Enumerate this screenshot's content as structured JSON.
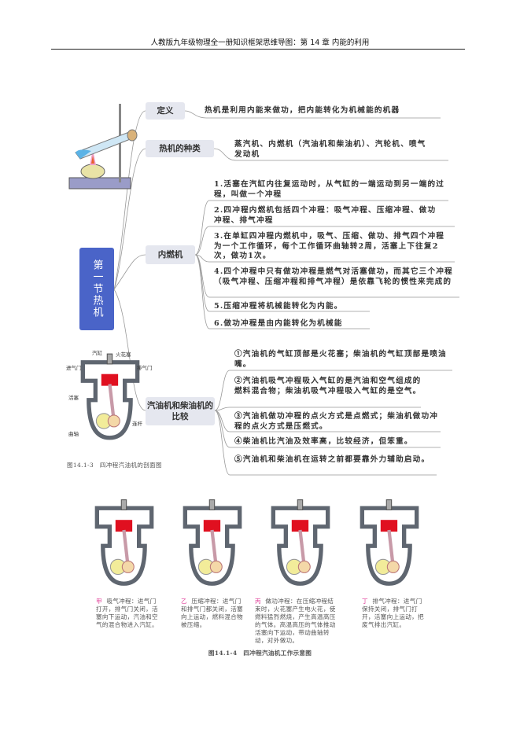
{
  "header": {
    "title": "人教版九年级物理全一册知识框架思维导图：第 14 章 内能的利用"
  },
  "central": {
    "label": "第一节热机"
  },
  "branches": {
    "definition": {
      "label": "定义",
      "text": "热机是利用内能来做功，把内能转化为机械能的机器"
    },
    "types": {
      "label": "热机的种类",
      "text": "蒸汽机、内燃机（汽油机和柴油机）、汽轮机、喷气发动机"
    },
    "ice": {
      "label": "内燃机",
      "items": [
        "1.活塞在汽缸内往复运动时，从气缸的一端运动到另一端的过程，叫做一个冲程",
        "2.四冲程内燃机包括四个冲程：吸气冲程、压缩冲程、做功冲程、排气冲程",
        "3.在单缸四冲程内燃机中，吸气、压缩、做功、排气四个冲程为一个工作循环，每个工作循环曲轴转2周，活塞上下往复2次，做功1次。",
        "4.四个冲程中只有做功冲程是燃气对活塞做功，而其它三个冲程（吸气冲程、压缩冲程和排气冲程）是依靠飞轮的惯性来完成的",
        "5.压缩冲程将机械能转化为内能。",
        "6.做功冲程是由内能转化为机械能"
      ]
    },
    "compare": {
      "label": "汽油机和柴油机的比较",
      "items": [
        "①汽油机的气缸顶部是火花塞；柴油机的气缸顶部是喷油嘴。",
        "②汽油机吸气冲程吸入气缸的是汽油和空气组成的燃料混合物；柴油机吸气冲程吸入气缸的是空气。",
        "③汽油机做功冲程的点火方式是点燃式；柴油机做功冲程的点火方式是压燃式。",
        "④柴油机比汽油及效率高，比较经济，但笨重。",
        "⑤汽油机和柴油机在运转之前都要靠外力辅助启动。"
      ]
    }
  },
  "fig3": {
    "caption": "图14.1-3　四冲程汽油机的剖面图",
    "labels": {
      "cylinder": "汽缸",
      "spark": "火花塞",
      "intake": "进气门",
      "exhaust": "排气门",
      "piston": "活塞",
      "rod": "连杆",
      "crank": "曲轴"
    }
  },
  "fig4": {
    "caption": "图14.1-4　四冲程汽油机工作示意图",
    "strokes": [
      {
        "key": "甲",
        "text": "吸气冲程：进气门打开，排气门关闭，活塞向下运动，汽油和空气的混合物进入汽缸。"
      },
      {
        "key": "乙",
        "text": "压缩冲程：进气门和排气门都关闭，活塞向上运动，燃料混合物被压缩。"
      },
      {
        "key": "丙",
        "text": "做功冲程：在压缩冲程结束时，火花塞产生电火花，使燃料猛烈燃烧，产生高温高压的气体。高温高压的气体推动活塞向下运动，带动曲轴转动，对外做功。"
      },
      {
        "key": "丁",
        "text": "排气冲程：进气门保持关闭，排气门打开，活塞向上运动，把废气排出汽缸。"
      }
    ]
  },
  "colors": {
    "central": "#4a64c8",
    "node": "#e5e7ef",
    "piston": "#e01020",
    "accent": "#e0409a"
  }
}
